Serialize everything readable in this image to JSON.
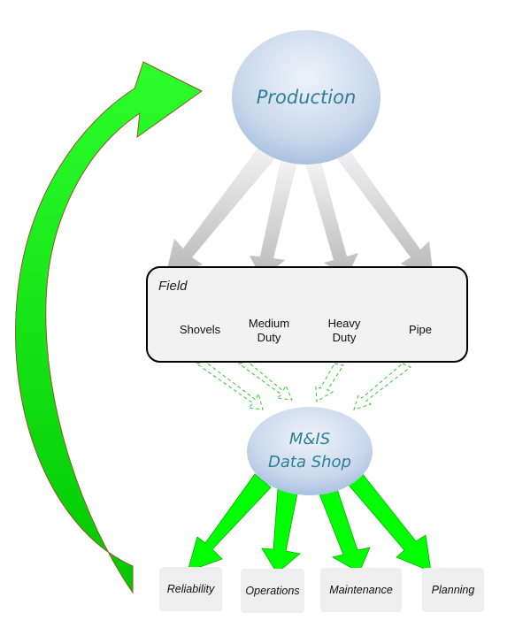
{
  "diagram": {
    "production": {
      "label": "Production"
    },
    "field": {
      "title": "Field",
      "items": [
        "Shovels",
        "Medium\nDuty",
        "Heavy\nDuty",
        "Pipe"
      ]
    },
    "data_shop": {
      "label_line1": "M&IS",
      "label_line2": "Data Shop"
    },
    "outputs": [
      "Reliability",
      "Operations",
      "Maintenance",
      "Planning"
    ]
  },
  "colors": {
    "ellipse_text": "#2f7e99",
    "green_arrow": "#00ff00",
    "gray_arrow": "#c8c8c8"
  }
}
